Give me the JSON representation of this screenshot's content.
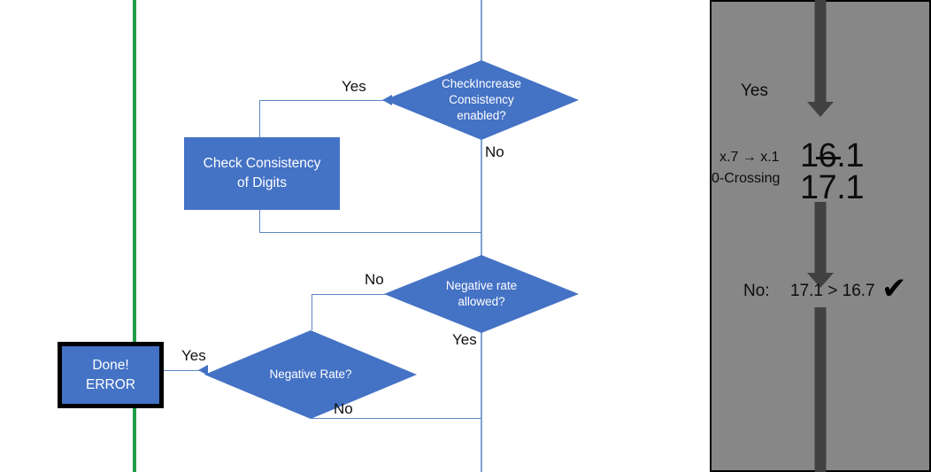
{
  "flowchart": {
    "nodes": {
      "check_increase": {
        "line1": "CheckIncrease",
        "line2": "Consistency",
        "line3": "enabled?"
      },
      "check_consistency_box": {
        "line1": "Check Consistency",
        "line2": "of Digits"
      },
      "negative_rate_allowed": {
        "line1": "Negative rate",
        "line2": "allowed?"
      },
      "negative_rate": {
        "label": "Negative Rate?"
      },
      "error_box": {
        "line1": "Done!",
        "line2": "ERROR"
      }
    },
    "edge_labels": {
      "check_increase_yes": "Yes",
      "check_increase_no": "No",
      "neg_allowed_no": "No",
      "neg_allowed_yes": "Yes",
      "neg_rate_yes": "Yes",
      "neg_rate_no": "No"
    },
    "colors": {
      "node_fill": "#4472C4",
      "connector": "#5B86C4",
      "main_line": "#7EA3D4",
      "divider_green": "#1F9D45",
      "error_border": "#000000"
    }
  },
  "panel": {
    "yes_label": "Yes",
    "rule_label": "x.7 → x.1",
    "rule_label2": "0-Crossing",
    "value_struck": "16.1",
    "value_current": "17.1",
    "no_label": "No:",
    "comparison": "17.1 > 16.7",
    "check_glyph": "✔",
    "colors": {
      "background": "#878787",
      "arrow": "#414141",
      "text": "#0D0D0D"
    }
  }
}
